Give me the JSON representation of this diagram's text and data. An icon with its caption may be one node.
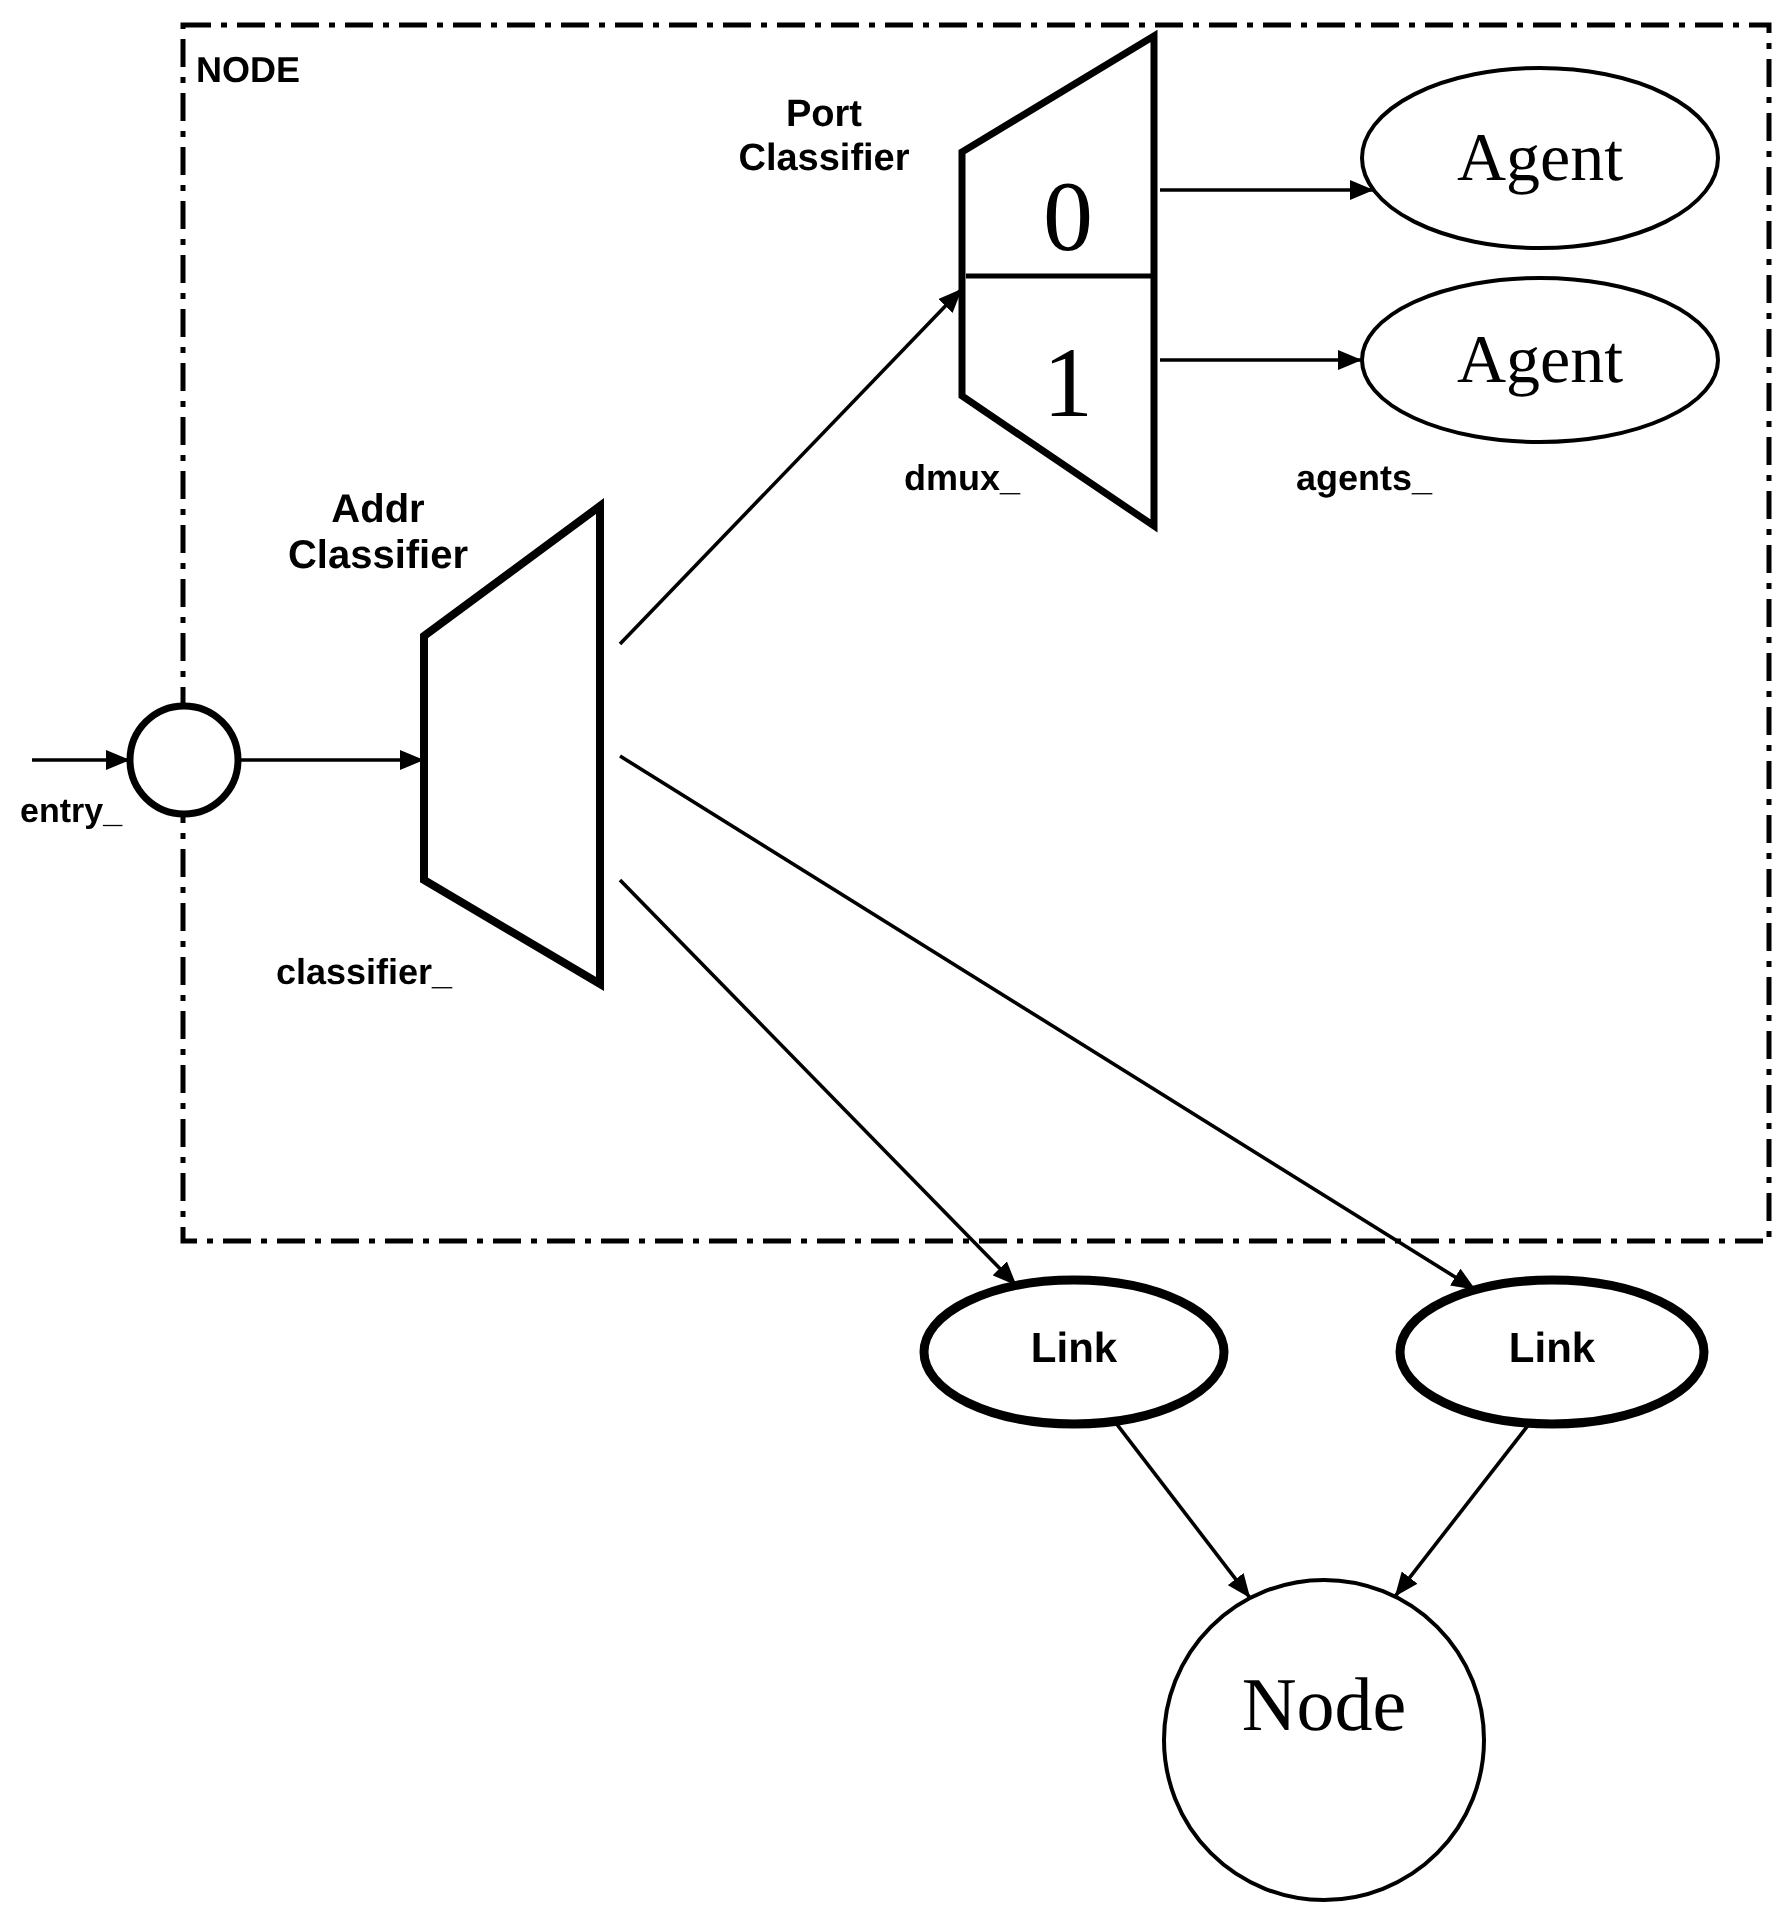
{
  "diagram": {
    "nodes": [
      {
        "text": [
          "NODE"
        ]
      },
      {
        "text": [],
        "shape": "circle",
        "beside": [
          "entry_"
        ]
      },
      {
        "text": [
          "Addr Classifier"
        ],
        "in": 0,
        "beside": [
          "classifier_"
        ]
      },
      {
        "text": [
          "Port Classifier",
          "0",
          "1"
        ],
        "in": 0,
        "beside": [
          "dmux_"
        ]
      },
      {
        "text": [
          "Agent"
        ],
        "in": 0
      },
      {
        "text": [
          "Agent"
        ],
        "in": 0
      },
      {
        "text": [
          "Link"
        ]
      },
      {
        "text": [
          "Link"
        ]
      },
      {
        "text": [
          "Node"
        ]
      }
    ],
    "edges": [
      {
        "from": null,
        "to": 1,
        "arrow": "to"
      },
      {
        "from": 1,
        "to": 2,
        "arrow": "to"
      },
      {
        "from": 2,
        "to": 3,
        "arrow": "to"
      },
      {
        "from": 3,
        "to": 4,
        "arrow": "to"
      },
      {
        "from": 3,
        "to": 5,
        "arrow": "to"
      },
      {
        "from": 2,
        "to": 6,
        "arrow": "to"
      },
      {
        "from": 2,
        "to": 7,
        "arrow": "to"
      },
      {
        "from": 6,
        "to": 8,
        "arrow": "to"
      },
      {
        "from": 7,
        "to": 8,
        "arrow": "to"
      }
    ],
    "labels": [
      "agents_"
    ]
  }
}
